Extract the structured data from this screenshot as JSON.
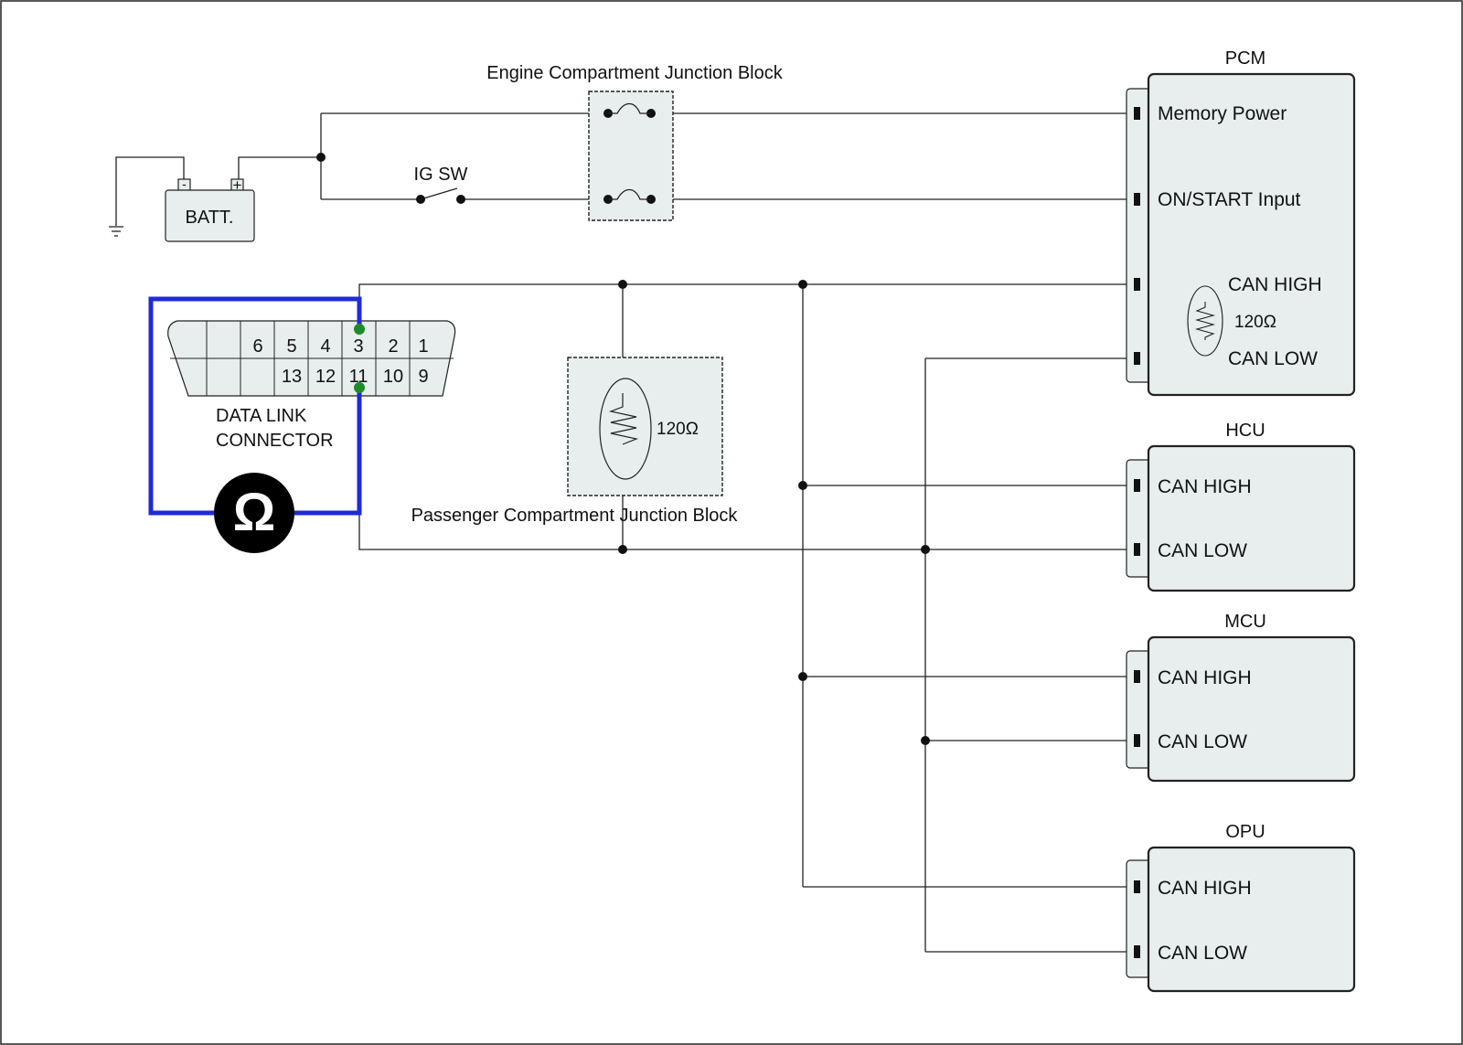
{
  "colors": {
    "wire": "#222222",
    "box_fill": "#e8eeee",
    "meter_wire": "#1f2ad8",
    "probe_point": "#1e8a2a",
    "meter_fill": "#000000"
  },
  "engine_junction_block": {
    "label": "Engine Compartment Junction Block"
  },
  "passenger_junction_block": {
    "label": "Passenger Compartment Junction Block",
    "resistor": "120Ω"
  },
  "battery": {
    "label": "BATT.",
    "neg": "-",
    "pos": "+"
  },
  "ig_switch": {
    "label": "IG SW"
  },
  "dlc": {
    "label_line1": "DATA LINK",
    "label_line2": "CONNECTOR",
    "row1": [
      "6",
      "5",
      "4",
      "3",
      "2",
      "1"
    ],
    "row2": [
      "13",
      "12",
      "11",
      "10",
      "9"
    ]
  },
  "meter": {
    "symbol": "Ω",
    "icon": "ohmmeter-icon"
  },
  "modules": {
    "pcm": {
      "title": "PCM",
      "memory_power": "Memory Power",
      "on_start": "ON/START Input",
      "can_high": "CAN HIGH",
      "can_low": "CAN LOW",
      "resistor": "120Ω"
    },
    "hcu": {
      "title": "HCU",
      "can_high": "CAN HIGH",
      "can_low": "CAN LOW"
    },
    "mcu": {
      "title": "MCU",
      "can_high": "CAN HIGH",
      "can_low": "CAN LOW"
    },
    "opu": {
      "title": "OPU",
      "can_high": "CAN HIGH",
      "can_low": "CAN LOW"
    }
  }
}
